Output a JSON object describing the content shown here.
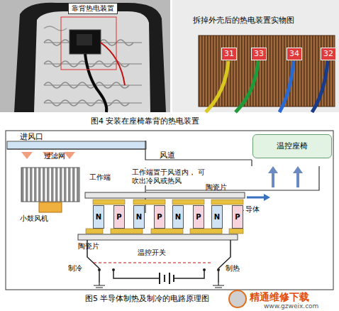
{
  "diagram": {
    "caption": "图5 半导体制热及制冷的电路原理图",
    "nodes": [
      {
        "text": [
          "靠背热电装置"
        ]
      },
      {
        "text": [
          "31"
        ]
      },
      {
        "text": [
          "33"
        ]
      },
      {
        "text": [
          "34"
        ]
      },
      {
        "text": [
          "32"
        ]
      },
      {
        "text": [
          "温控座椅"
        ]
      },
      {
        "text": [
          "N"
        ]
      },
      {
        "text": [
          "P"
        ]
      },
      {
        "text": [
          "N"
        ]
      },
      {
        "text": [
          "P"
        ]
      },
      {
        "text": [
          "N"
        ]
      },
      {
        "text": [
          "P"
        ]
      },
      {
        "text": [
          "N"
        ]
      },
      {
        "text": [
          "P"
        ]
      }
    ],
    "labels": [
      "拆掉外壳后的热电装置实物图",
      "图4 安装在座椅靠背的热电装置",
      "进风口",
      "过滤网",
      "风道",
      "小鼓风机",
      "工作端",
      "工作端置于风道内， 可吹出冷风或热风",
      "陶瓷片",
      "导体",
      "陶瓷片",
      "温控开关",
      "制冷",
      "制热",
      "精通维修下载",
      "www.gzweix.com"
    ]
  }
}
